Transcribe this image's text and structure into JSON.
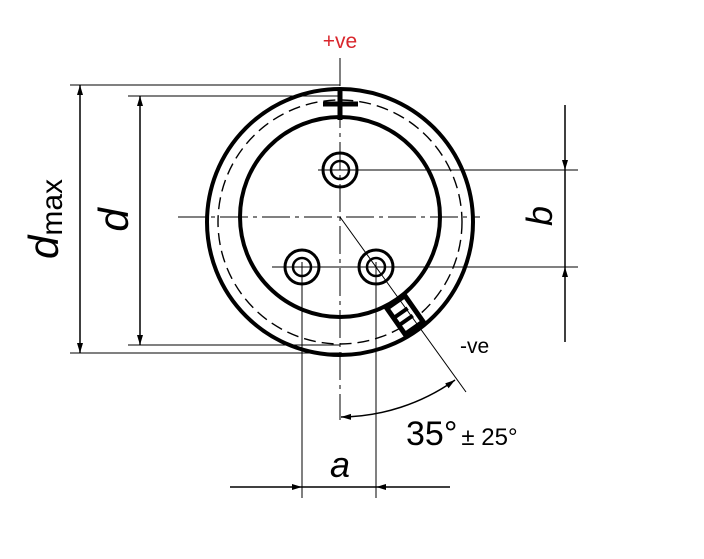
{
  "labels": {
    "positive_terminal": "+ve",
    "negative_terminal": "-ve",
    "dim_d_max_base": "d",
    "dim_d_max_sub": "max",
    "dim_d": "d",
    "dim_b": "b",
    "dim_a": "a",
    "angle_value": "35°",
    "angle_tolerance": "± 25°"
  },
  "colors": {
    "line": "#000000",
    "positive_label": "#d9262c",
    "background": "#ffffff"
  }
}
